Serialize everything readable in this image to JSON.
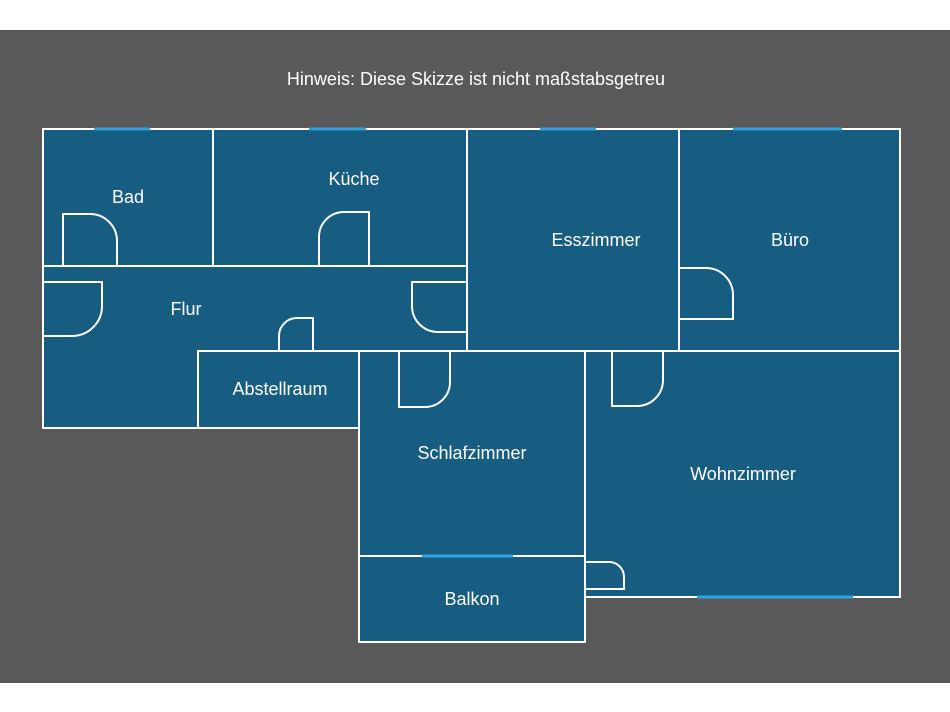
{
  "colors": {
    "background": "#595959",
    "room_fill": "#175d82",
    "wall": "#ffffff",
    "window": "#2ea3dd",
    "page": "#ffffff"
  },
  "note": "Hinweis: Diese Skizze ist nicht maßstabsgetreu",
  "rooms": {
    "bad": "Bad",
    "kueche": "Küche",
    "esszimmer": "Esszimmer",
    "buero": "Büro",
    "flur": "Flur",
    "abstellraum": "Abstellraum",
    "schlafzimmer": "Schlafzimmer",
    "wohnzimmer": "Wohnzimmer",
    "balkon": "Balkon"
  }
}
